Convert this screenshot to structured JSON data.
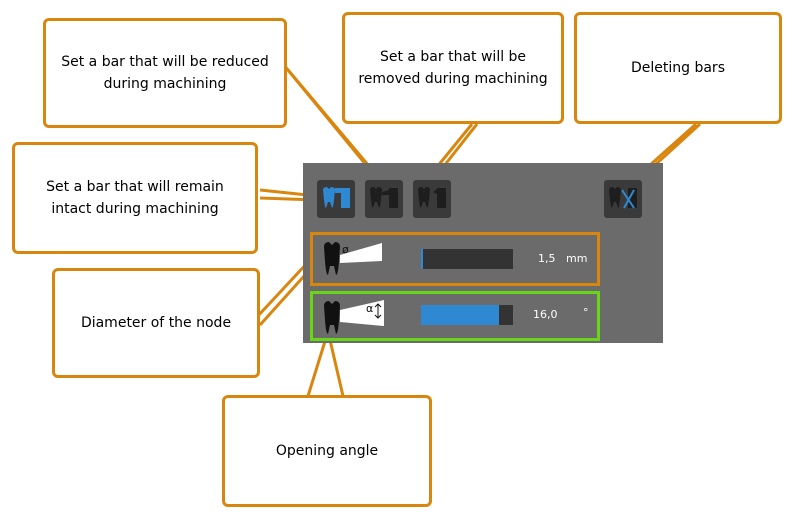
{
  "callouts": {
    "reduced": "Set a bar that will be reduced during machining",
    "removed": "Set a bar that will be removed during machining",
    "deleting": "Deleting bars",
    "intact": "Set a bar that will remain intact during machining",
    "diameter": "Diameter of the node",
    "opening": "Opening angle"
  },
  "toolbar": {
    "intact_icon": "tooth-bar-intact-icon",
    "reduced_icon": "tooth-bar-reduced-icon",
    "removed_icon": "tooth-bar-removed-icon",
    "delete_icon": "tooth-bar-delete-icon"
  },
  "parameters": {
    "diameter": {
      "symbol": "ø",
      "value": "1,5",
      "unit": "mm",
      "level": 0.0
    },
    "angle": {
      "symbol": "α",
      "value": "16,0",
      "unit": "°",
      "level": 0.85
    }
  },
  "colors": {
    "callout_border": "#d9860f",
    "highlight_diameter": "#d9860f",
    "highlight_angle": "#68d617",
    "accent": "#2e89d2",
    "panel": "#6b6b6b"
  }
}
